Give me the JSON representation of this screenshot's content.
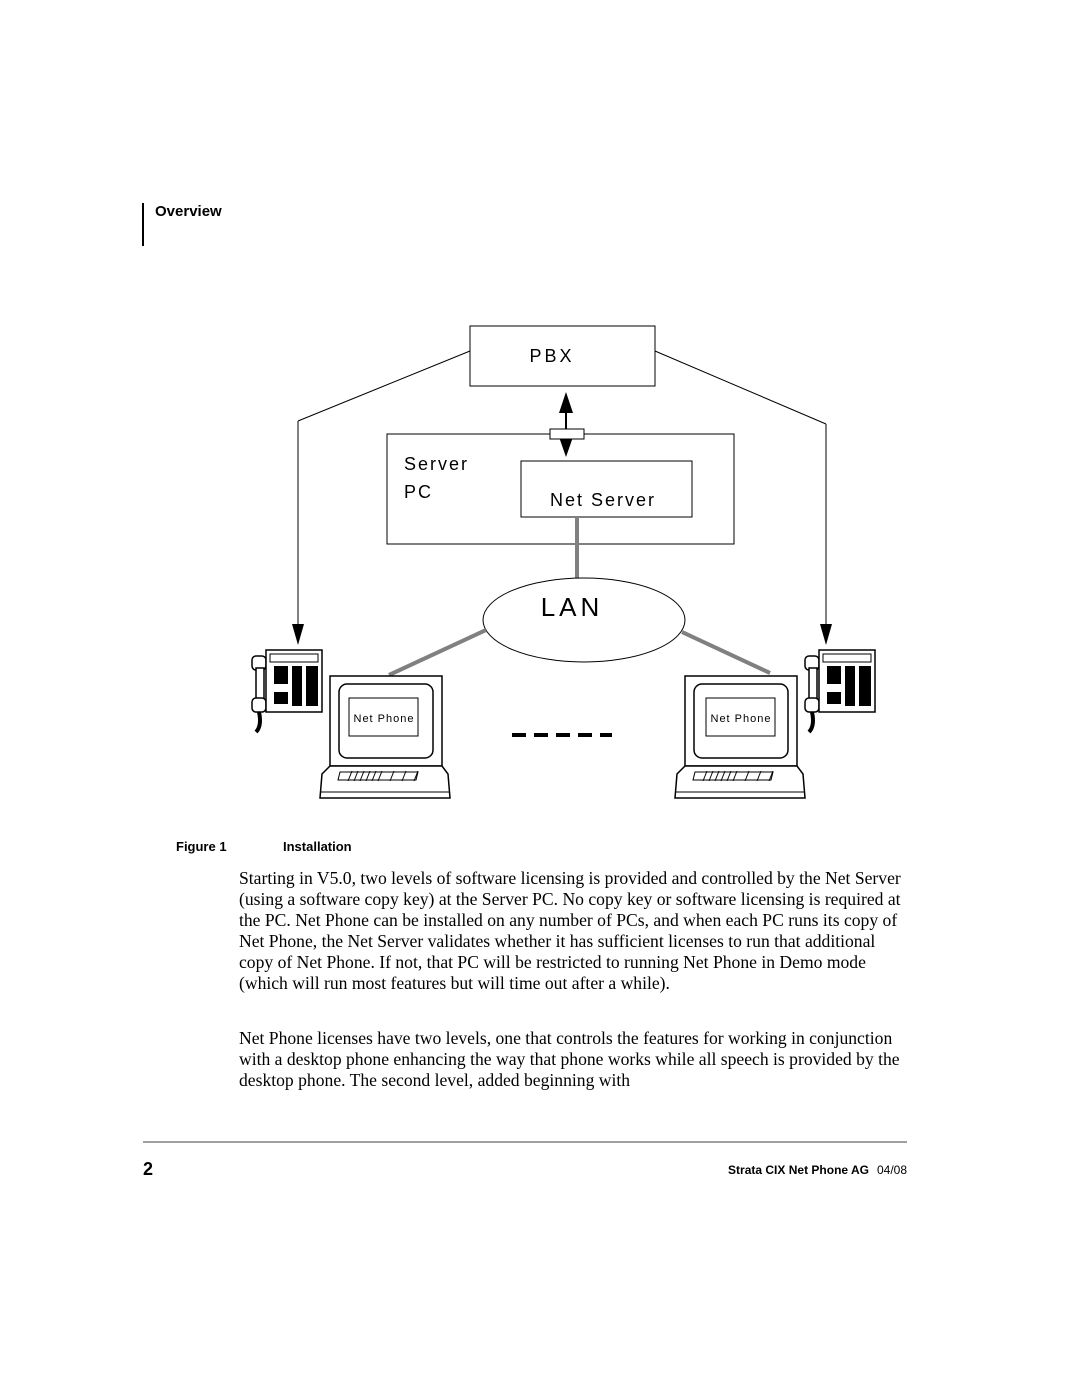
{
  "header": {
    "section": "Overview"
  },
  "figure": {
    "labels": {
      "pbx": "PBX",
      "server_pc_line1": "Server",
      "server_pc_line2": "PC",
      "net_server": "Net Server",
      "lan": "LAN",
      "net_phone_left": "Net Phone",
      "net_phone_right": "Net Phone"
    },
    "caption": {
      "number": "Figure 1",
      "title": "Installation"
    }
  },
  "body": {
    "paragraphs": [
      "Starting in V5.0, two levels of software licensing is provided and controlled by the Net Server (using a software copy key) at the Server PC. No copy key or software licensing is required at the PC. Net Phone can be installed on any number of PCs, and when each PC runs its copy of Net Phone, the Net Server validates whether it has sufficient licenses to run that additional copy of Net Phone. If not, that PC will be restricted to running Net Phone in Demo mode (which will run most features but will time out after a while).",
      "Net Phone licenses have two levels, one that controls the features for working in conjunction with a desktop phone enhancing the way that phone works while all speech is provided by the desktop phone. The second level, added beginning with"
    ]
  },
  "footer": {
    "page_number": "2",
    "doc_title": "Strata CIX Net Phone AG",
    "date": "04/08"
  }
}
